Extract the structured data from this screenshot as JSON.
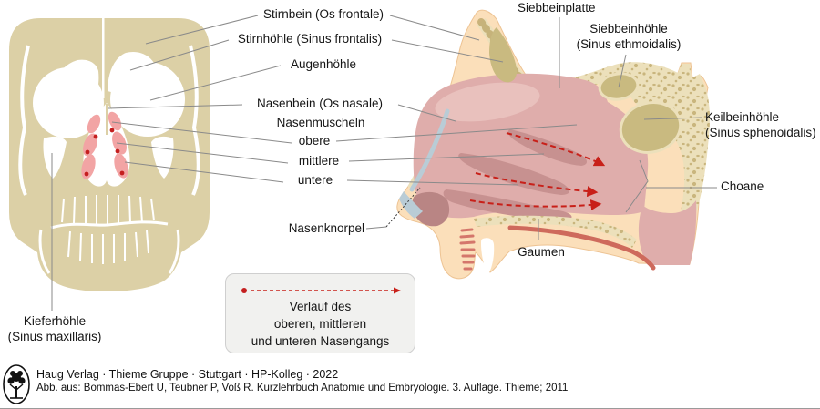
{
  "colors": {
    "skull_bone_tan": "#dcd0a6",
    "sagittal_bone_cream": "#ece0bb",
    "bone_speckle": "#c0aa6e",
    "sinus_olive": "#c9ba80",
    "skin_peach": "#fbdfba",
    "nasal_cavity_pink": "#dfadab",
    "concha_shadow_pink": "#c79190",
    "skull_concha_pink": "#f2a4a4",
    "airflow_arrow_red": "#c82019",
    "marker_dot_red": "#c41f1f",
    "soft_palate_red": "#ce6a5c",
    "cartilage_blue": "#b9ccd6",
    "leader_line_gray": "#8a8a8a",
    "legend_background": "#f1f1ef",
    "text": "#151515"
  },
  "labels": {
    "stirnbein": "Stirnbein (Os frontale)",
    "stirnhoehle": "Stirnhöhle (Sinus frontalis)",
    "augenhoehle": "Augenhöhle",
    "nasenbein": "Nasenbein (Os nasale)",
    "nasenmuscheln": "Nasenmuscheln",
    "obere": "obere",
    "mittlere": "mittlere",
    "untere": "untere",
    "nasenknorpel": "Nasenknorpel",
    "siebbeinplatte": "Siebbeinplatte",
    "siebbeinhoehle_line1": "Siebbeinhöhle",
    "siebbeinhoehle_line2": "(Sinus ethmoidalis)",
    "keilbeinhoehle_line1": "Keilbeinhöhle",
    "keilbeinhoehle_line2": "(Sinus sphenoidalis)",
    "choane": "Choane",
    "gaumen": "Gaumen",
    "kieferhoehle_line1": "Kieferhöhle",
    "kieferhoehle_line2": "(Sinus maxillaris)"
  },
  "legend": {
    "line1": "Verlauf des",
    "line2": "oberen, mittleren",
    "line3": "und unteren Nasengangs"
  },
  "footer": {
    "line1": "Haug Verlag · Thieme Gruppe · Stuttgart · HP-Kolleg · 2022",
    "line2": "Abb. aus: Bommas-Ebert U, Teubner P, Voß R. Kurzlehrbuch Anatomie und Embryologie. 3. Auflage. Thieme; 2011",
    "logo": "thieme-tree-logo"
  }
}
